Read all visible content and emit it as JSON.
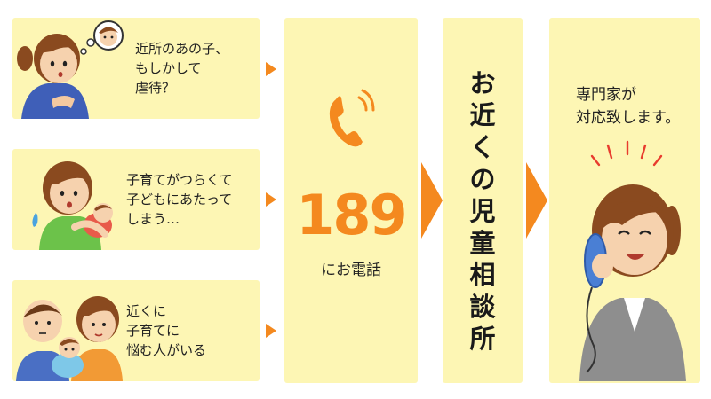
{
  "scenarios": [
    {
      "lines": [
        "近所のあの子、",
        "もしかして",
        "虐待？"
      ]
    },
    {
      "lines": [
        "子育てがつらくて",
        "子どもにあたって",
        "しまう…"
      ]
    },
    {
      "lines": [
        "近くに",
        "子育てに",
        "悩む人がいる"
      ]
    }
  ],
  "hotline": {
    "number": "189",
    "label": "にお電話"
  },
  "center_chars": [
    "お",
    "近",
    "く",
    "の",
    "児",
    "童",
    "相",
    "談",
    "所"
  ],
  "expert": {
    "lines": [
      "専門家が",
      "対応致します。"
    ]
  },
  "colors": {
    "panel": "#fdf6b4",
    "accent": "#f4891f",
    "text": "#222222"
  },
  "icons": [
    "thinking-woman-illustration",
    "crying-mother-illustration",
    "family-illustration",
    "phone-ringing-icon",
    "operator-woman-illustration"
  ]
}
